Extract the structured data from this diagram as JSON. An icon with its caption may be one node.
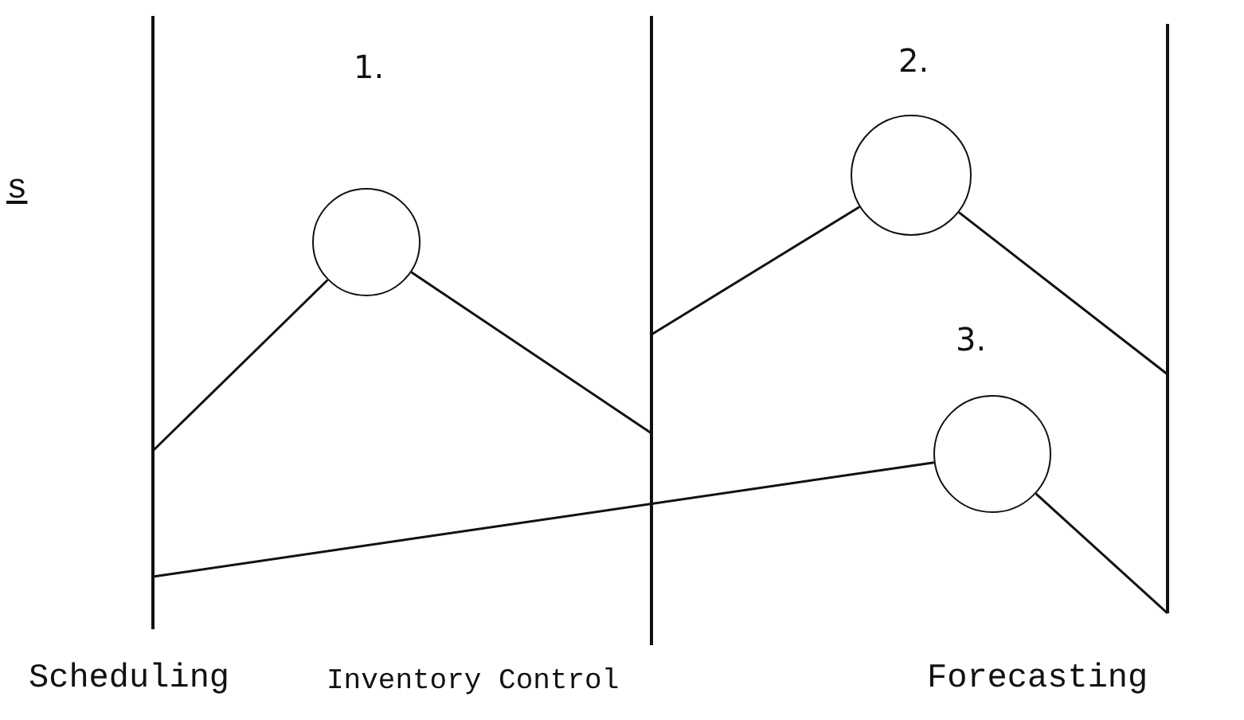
{
  "diagram": {
    "nodes": [
      {
        "text": [],
        "shape": "bar",
        "beside": [
          "Scheduling"
        ]
      },
      {
        "text": [],
        "shape": "bar",
        "beside": [
          "Inventory Control"
        ]
      },
      {
        "text": [],
        "shape": "bar",
        "beside": [
          "Forecasting"
        ]
      },
      {
        "text": [],
        "shape": "circle",
        "beside": [
          "1."
        ]
      },
      {
        "text": [],
        "shape": "circle",
        "beside": [
          "2."
        ]
      },
      {
        "text": [],
        "shape": "circle",
        "beside": [
          "3."
        ]
      }
    ],
    "edges": [
      {
        "from": 0,
        "to": 3,
        "arrow": "none"
      },
      {
        "from": 3,
        "to": 1,
        "arrow": "none"
      },
      {
        "from": 1,
        "to": 4,
        "arrow": "none"
      },
      {
        "from": 4,
        "to": 2,
        "arrow": "none"
      },
      {
        "from": 0,
        "to": 5,
        "arrow": "none"
      },
      {
        "from": 5,
        "to": 2,
        "arrow": "none"
      }
    ],
    "labels": [
      "s"
    ]
  }
}
